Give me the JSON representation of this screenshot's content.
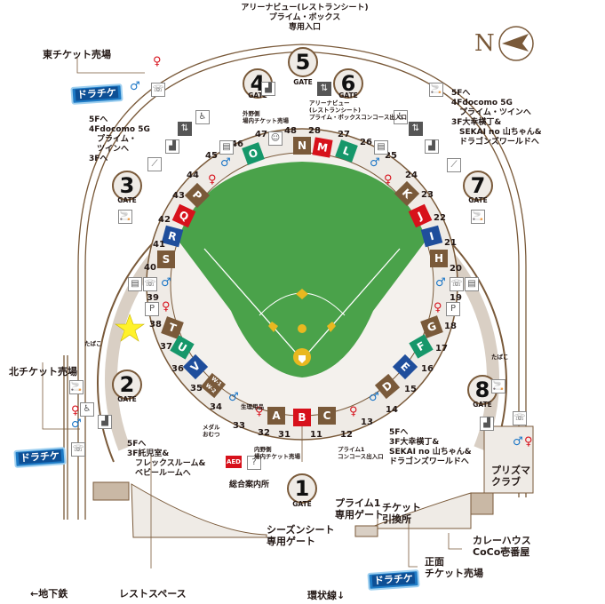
{
  "map": {
    "compass": {
      "label": "N",
      "color": "#7a5a3a"
    },
    "colors": {
      "field": "#4aa24a",
      "infield_base": "#e9b820",
      "brown": "#7a5a3a",
      "red": "#d7111b",
      "blue": "#1f4e9c",
      "green": "#16976a",
      "concourse": "#efebe6",
      "dora_blue": "#1e7bc6"
    },
    "gates": [
      {
        "num": "1",
        "cap": "GATE"
      },
      {
        "num": "2",
        "cap": "GATE"
      },
      {
        "num": "3",
        "cap": "GATE"
      },
      {
        "num": "4",
        "cap": "GATE"
      },
      {
        "num": "5",
        "cap": "GATE"
      },
      {
        "num": "6",
        "cap": "GATE"
      },
      {
        "num": "7",
        "cap": "GATE"
      },
      {
        "num": "8",
        "cap": "GATE"
      }
    ],
    "sections": [
      {
        "letter": "A",
        "color": "brown"
      },
      {
        "letter": "B",
        "color": "red"
      },
      {
        "letter": "C",
        "color": "brown"
      },
      {
        "letter": "D",
        "color": "brown"
      },
      {
        "letter": "E",
        "color": "blue"
      },
      {
        "letter": "F",
        "color": "green"
      },
      {
        "letter": "G",
        "color": "brown"
      },
      {
        "letter": "H",
        "color": "brown"
      },
      {
        "letter": "I",
        "color": "blue"
      },
      {
        "letter": "J",
        "color": "red"
      },
      {
        "letter": "K",
        "color": "brown"
      },
      {
        "letter": "L",
        "color": "green"
      },
      {
        "letter": "M",
        "color": "red"
      },
      {
        "letter": "N",
        "color": "brown"
      },
      {
        "letter": "O",
        "color": "green"
      },
      {
        "letter": "P",
        "color": "brown"
      },
      {
        "letter": "Q",
        "color": "red"
      },
      {
        "letter": "R",
        "color": "blue"
      },
      {
        "letter": "S",
        "color": "brown"
      },
      {
        "letter": "T",
        "color": "brown"
      },
      {
        "letter": "U",
        "color": "green"
      },
      {
        "letter": "V",
        "color": "blue"
      },
      {
        "letter": "W-1 W-2",
        "color": "brown"
      }
    ],
    "numbers": [
      "11",
      "12",
      "13",
      "14",
      "15",
      "16",
      "17",
      "18",
      "19",
      "20",
      "21",
      "22",
      "23",
      "24",
      "25",
      "26",
      "27",
      "28",
      "31",
      "32",
      "33",
      "34",
      "35",
      "36",
      "37",
      "38",
      "39",
      "40",
      "41",
      "42",
      "43",
      "44",
      "45",
      "46",
      "47",
      "48"
    ],
    "labels": {
      "top_entrance": "アリーナビュー(レストランシート)\nプライム・ボックス\n専用入口",
      "east_ticket": "東チケット売場",
      "north_ticket": "北チケット売場",
      "dora_tike": "ドラチケ",
      "left_upper_stairs": "5Fへ\n4Fdocomo 5G\n　プライム・\n　ツインへ\n3Fへ",
      "right_upper_stairs": "5Fへ\n4Fdocomo 5G\n　プライム・ツインへ\n3F大幸横丁&\n　SEKAI no 山ちゃん&\n　ドラゴンズワールドへ",
      "right_lower_stairs": "5Fへ\n3F大幸横丁&\nSEKAI no 山ちゃん&\nドラゴンズワールドへ",
      "left_lower_stairs": "5Fへ\n3F託児室&\n　フレックスルーム&\n　ベビールームへ",
      "outfield_ticket": "外野側\n場内チケット売場",
      "arena_concourse": "アリーナビュー\n(レストランシート)\nプライム・ボックスコンコース出入口",
      "infield_ticket": "内野側\n場内チケット売場",
      "info_center": "総合案内所",
      "prime1_concourse": "プライム1\nコンコース出入口",
      "prime1_gate": "プライム1\n専用ゲート",
      "season_gate": "シーズンシート\n専用ゲート",
      "ticket_exchange": "チケット\n引換所",
      "prism_club": "プリズマ\nクラブ",
      "curry": "カレーハウス\nCoCo壱番屋",
      "front_ticket": "正面\nチケット売場",
      "subway": "←地下鉄",
      "rest_space": "レストスペース",
      "loop_line": "環状線↓",
      "tobacco": "たばこ",
      "medal": "メダル\nおむつ",
      "sanitary": "生理用品",
      "aed": "AED"
    },
    "icons": {
      "phone": "☏",
      "wheelchair": "♿",
      "stairs": "▟",
      "escalator": "⟋",
      "smoking": "🚬",
      "locker": "▤",
      "info": "?",
      "baby": "☺",
      "male": "🚹",
      "female": "🚺",
      "elevator": "⇅",
      "star": "★"
    }
  }
}
